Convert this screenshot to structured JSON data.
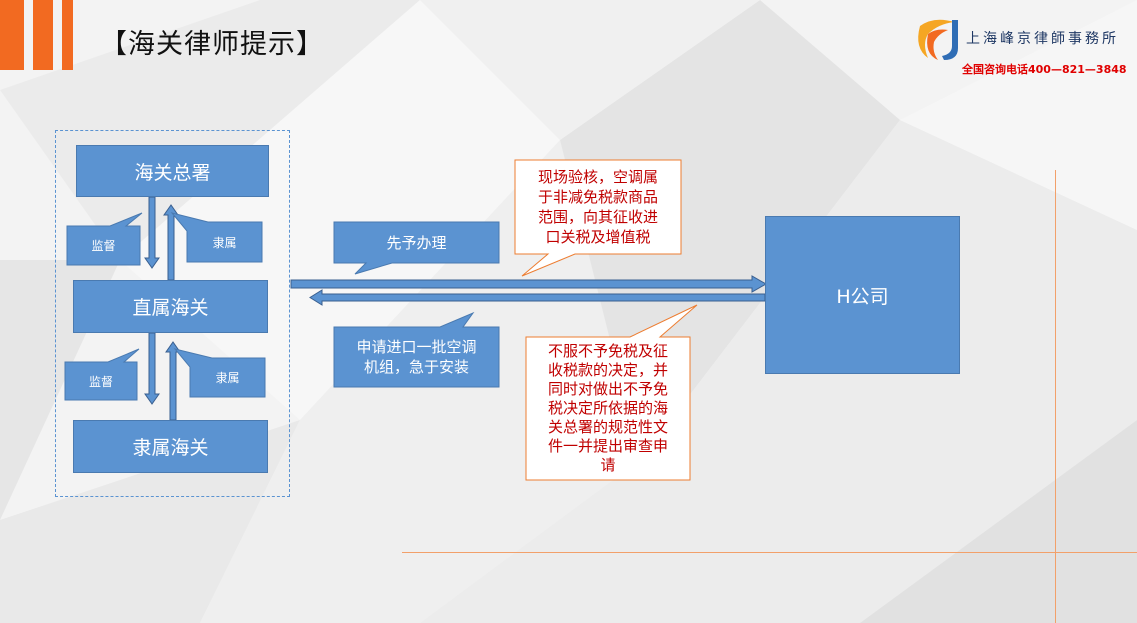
{
  "slide": {
    "title": "【海关律师提示】",
    "accent_color": "#f26a21"
  },
  "logo": {
    "icon": "firm-logo-icon",
    "firm_name": "上海峰京律師事務所",
    "hotline": "全国咨询电话400—821—3848"
  },
  "diagram": {
    "nodes": {
      "customs_hq": "海关总署",
      "direct_customs": "直属海关",
      "subordinate_customs": "隶属海关",
      "company": "H公司"
    },
    "relations": {
      "upper_supervise": "监督",
      "upper_subordinate": "隶属",
      "lower_supervise": "监督",
      "lower_subordinate": "隶属"
    },
    "callouts": {
      "release_first": "先予办理",
      "import_application": "申请进口一批空调机组，急于安装",
      "on_site_verification": "现场验核，空调属于非减免税款商品范围，向其征收进口关税及增值税",
      "review_application": "不服不予免税及征收税款的决定，并同时对做出不予免税决定所依据的海关总署的规范性文件一并提出审查申请"
    },
    "colors": {
      "box_fill": "#5b93d1",
      "callout_border": "#ed7d31",
      "callout_text": "#c00000"
    }
  }
}
